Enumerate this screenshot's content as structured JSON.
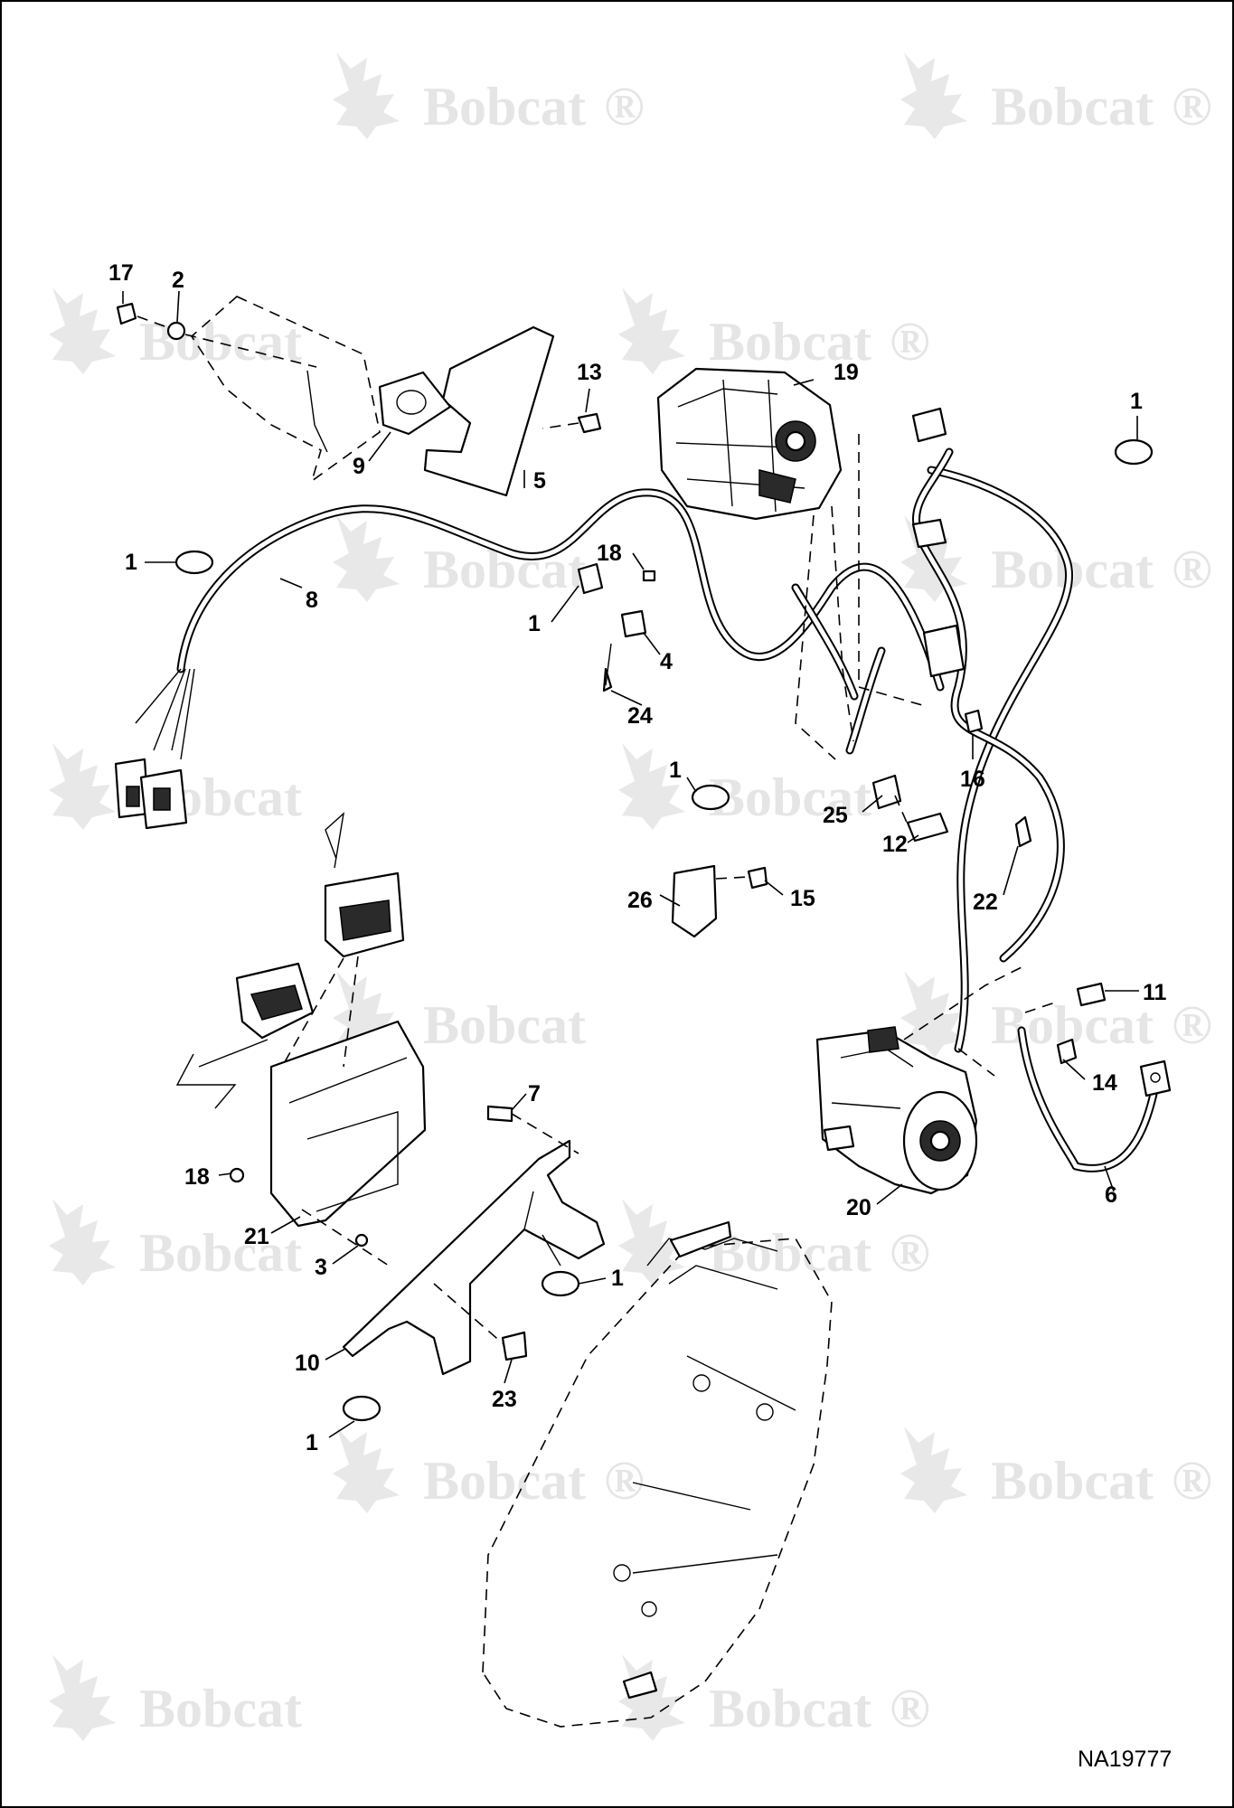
{
  "watermark": {
    "brand": "Bobcat",
    "mark": "®",
    "color": "#e5e5e5"
  },
  "drawing_code": "NA19777",
  "callouts": {
    "c17": "17",
    "c2": "2",
    "c13": "13",
    "c19": "19",
    "c1a": "1",
    "c9": "9",
    "c5": "5",
    "c1b": "1",
    "c8": "8",
    "c18a": "18",
    "c1c": "1",
    "c4": "4",
    "c24": "24",
    "c16": "16",
    "c1d": "1",
    "c25": "25",
    "c12": "12",
    "c22": "22",
    "c26": "26",
    "c15": "15",
    "c11": "11",
    "c14": "14",
    "c7": "7",
    "c18b": "18",
    "c6": "6",
    "c20": "20",
    "c21": "21",
    "c3": "3",
    "c1e": "1",
    "c10": "10",
    "c23": "23",
    "c1f": "1"
  }
}
